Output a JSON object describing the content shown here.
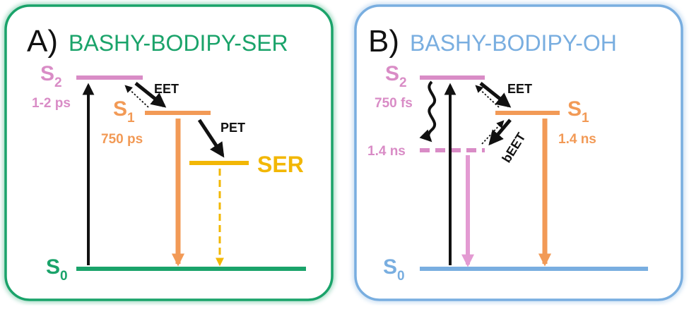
{
  "colors": {
    "green": "#1aa36a",
    "blue": "#79aee0",
    "pink": "#d98cc6",
    "orange": "#f29a56",
    "gold": "#f2b705",
    "black": "#111111"
  },
  "panel_a": {
    "letter": "A)",
    "title": "BASHY-BODIPY-SER",
    "s2_main": "S",
    "s2_sub": "2",
    "s2_lifetime": "1-2 ps",
    "s1_main": "S",
    "s1_sub": "1",
    "s1_lifetime": "750 ps",
    "eet_label": "EET",
    "pet_label": "PET",
    "ser_label": "SER",
    "s0_main": "S",
    "s0_sub": "0"
  },
  "panel_b": {
    "letter": "B)",
    "title": "BASHY-BODIPY-OH",
    "s2_main": "S",
    "s2_sub": "2",
    "s2_lifetime": "750 fs",
    "dark_lifetime": "1.4 ns",
    "s1_main": "S",
    "s1_sub": "1",
    "s1_lifetime": "1.4 ns",
    "eet_label": "EET",
    "beet_label": "bEET",
    "s0_main": "S",
    "s0_sub": "0"
  }
}
